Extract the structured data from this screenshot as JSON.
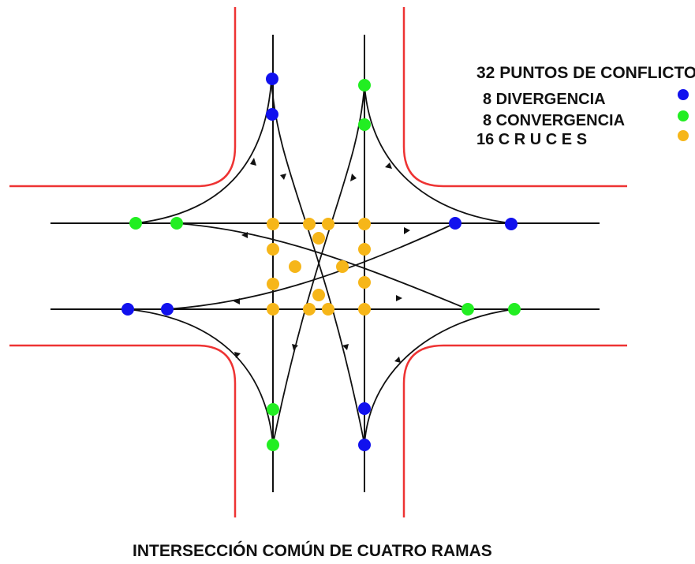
{
  "legend": {
    "title": "32 PUNTOS DE CONFLICTO",
    "items": [
      {
        "label": "8 DIVERGENCIA",
        "color": "#1111ee",
        "kind": "divergencia"
      },
      {
        "label": "8 CONVERGENCIA",
        "color": "#22ee22",
        "kind": "convergencia"
      },
      {
        "label": "16 C R U C E S",
        "color": "#f6b619",
        "kind": "cruces"
      }
    ]
  },
  "caption": "INTERSECCIÓN COMÚN DE CUATRO RAMAS",
  "colors": {
    "curb": "#ee3333",
    "road_line": "#111111",
    "path": "#111111"
  },
  "conflict_points": {
    "divergencia": 8,
    "convergencia": 8,
    "cruces": 16
  }
}
